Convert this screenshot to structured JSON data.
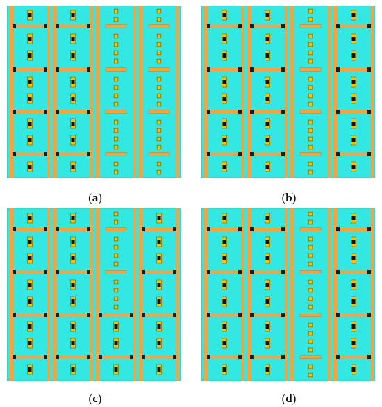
{
  "colors": {
    "background": "#33e8e3",
    "rail": "#f7a23c",
    "crossbar": "#f7a23c",
    "joint": "#1c1c1c",
    "pixel_fill": "#f4c300",
    "pixel_border": "#8a6a00",
    "pixel_core": "#111111"
  },
  "panels": [
    {
      "id": "a",
      "label": "a",
      "columns": [
        {
          "bars": [
            true,
            true,
            true,
            true
          ],
          "sensor": "unit"
        },
        {
          "bars": [
            true,
            true,
            true,
            true
          ],
          "sensor": "unit"
        },
        {
          "bars": [
            true,
            true,
            true,
            true
          ],
          "sensor": "dots"
        },
        {
          "bars": [
            true,
            true,
            true,
            true
          ],
          "sensor": "dots"
        }
      ]
    },
    {
      "id": "b",
      "label": "b",
      "columns": [
        {
          "bars": [
            true,
            true,
            true,
            true
          ],
          "sensor": "unit"
        },
        {
          "bars": [
            true,
            true,
            true,
            true
          ],
          "sensor": "unit"
        },
        {
          "bars": [
            true,
            true,
            true,
            true
          ],
          "sensor": "dots"
        },
        {
          "bars": [
            true,
            true,
            true,
            true
          ],
          "sensor": "unit"
        }
      ]
    },
    {
      "id": "c",
      "label": "c",
      "columns": [
        {
          "bars": [
            true,
            true,
            true,
            true
          ],
          "sensor": "unit"
        },
        {
          "bars": [
            true,
            true,
            true,
            true
          ],
          "sensor": "unit"
        },
        {
          "bars": [
            true,
            true,
            true,
            true
          ],
          "sensor": "mixed"
        },
        {
          "bars": [
            true,
            true,
            true,
            true
          ],
          "sensor": "unit"
        }
      ]
    },
    {
      "id": "d",
      "label": "d",
      "columns": [
        {
          "bars": [
            true,
            true,
            true,
            true
          ],
          "sensor": "unit"
        },
        {
          "bars": [
            true,
            true,
            true,
            true
          ],
          "sensor": "unit"
        },
        {
          "bars": [
            true,
            true,
            true,
            true
          ],
          "sensor": "dots"
        },
        {
          "bars": [
            true,
            true,
            true,
            true
          ],
          "sensor": "unit"
        }
      ]
    }
  ]
}
